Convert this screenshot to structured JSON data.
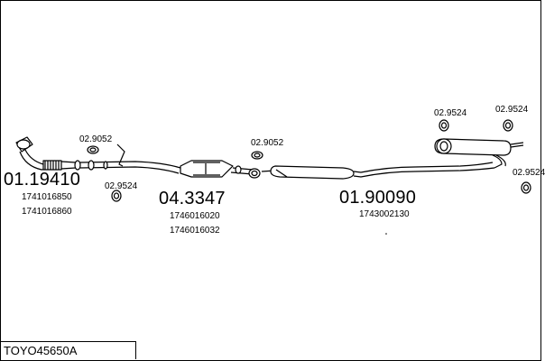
{
  "title": "TOYO45650A",
  "groups": [
    {
      "code": "01.19410",
      "parts": [
        "1741016850",
        "1741016860"
      ]
    },
    {
      "code": "04.3347",
      "parts": [
        "1746016020",
        "1746016032"
      ]
    },
    {
      "code": "01.90090",
      "parts": [
        "1743002130"
      ]
    }
  ],
  "fittings": {
    "f1": "02.9052",
    "f2": "02.9524",
    "f3": "02.9052",
    "f4": "02.9524",
    "f5": "02.9524",
    "f6": "02.9524"
  }
}
